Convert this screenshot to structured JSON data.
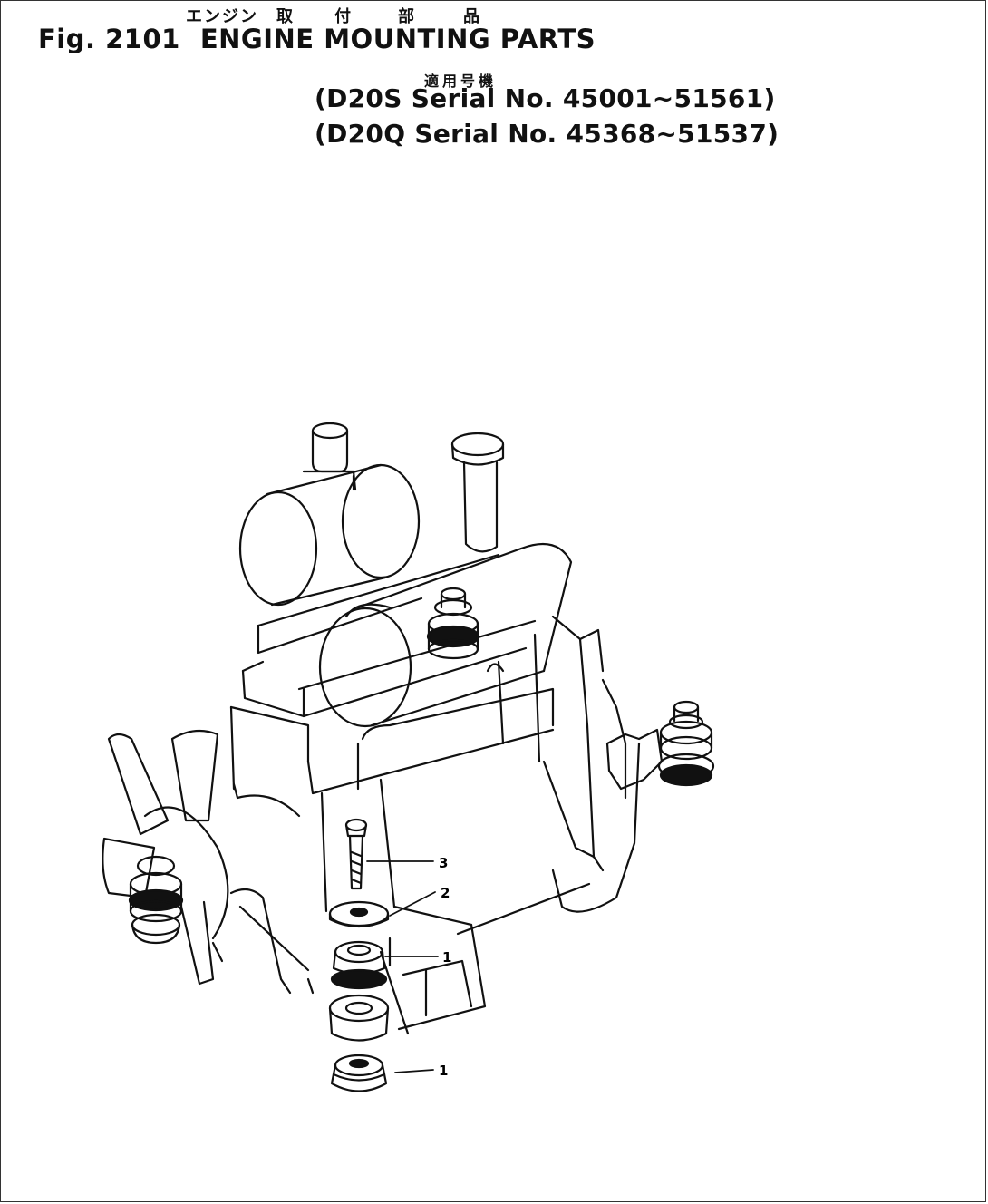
{
  "header": {
    "jp_title": [
      "エンジン",
      "取",
      "付",
      "部",
      "品"
    ],
    "fig_number": "Fig. 2101",
    "title": "ENGINE MOUNTING PARTS",
    "jp_applicable": "適用号機",
    "serials": [
      {
        "text": "(D20S Serial No. 45001~51561)"
      },
      {
        "text": "(D20Q Serial No. 45368~51537)"
      }
    ]
  },
  "callouts": [
    {
      "label": "3",
      "part": "bolt"
    },
    {
      "label": "2",
      "part": "washer"
    },
    {
      "label": "1",
      "part": "upper cushion"
    },
    {
      "label": "1",
      "part": "lower cushion"
    }
  ],
  "colors": {
    "ink": "#111111",
    "paper": "#ffffff"
  }
}
